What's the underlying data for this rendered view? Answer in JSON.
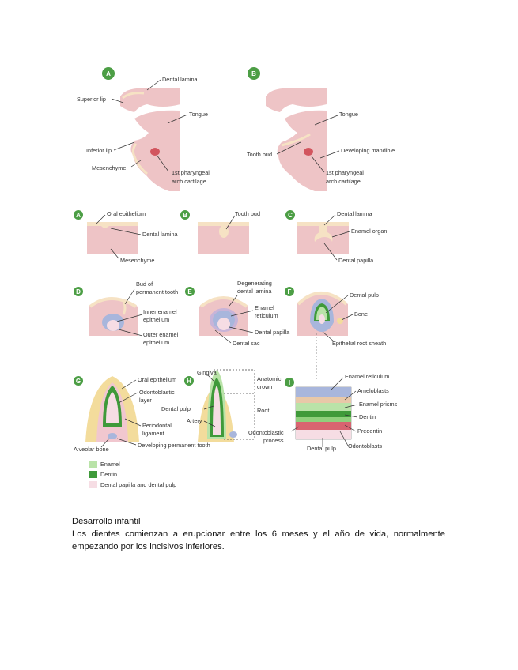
{
  "figure": {
    "top_panel_a": {
      "badge": "A",
      "labels": {
        "dental_lamina": "Dental lamina",
        "superior_lip": "Superior lip",
        "tongue": "Tongue",
        "inferior_lip": "Inferior lip",
        "mesenchyme": "Mesenchyme",
        "cartilage_line1": "1st pharyngeal",
        "cartilage_line2": "arch cartilage"
      }
    },
    "top_panel_b": {
      "badge": "B",
      "labels": {
        "tongue": "Tongue",
        "tooth_bud": "Tooth bud",
        "developing_mandible": "Developing mandible",
        "cartilage_line1": "1st pharyngeal",
        "cartilage_line2": "arch cartilage"
      }
    },
    "stages": {
      "a": {
        "badge": "A",
        "oral_epithelium": "Oral epithelium",
        "dental_lamina": "Dental lamina",
        "mesenchyme": "Mesenchyme"
      },
      "b": {
        "badge": "B",
        "tooth_bud": "Tooth bud"
      },
      "c": {
        "badge": "C",
        "dental_lamina": "Dental lamina",
        "enamel_organ": "Enamel organ",
        "dental_papilla": "Dental papilla"
      },
      "d": {
        "badge": "D",
        "bud_line1": "Bud of",
        "bud_line2": "permanent tooth",
        "inner_line1": "Inner enamel",
        "inner_line2": "epithelium",
        "outer_line1": "Outer enamel",
        "outer_line2": "epithelium"
      },
      "e": {
        "badge": "E",
        "degen_line1": "Degenerating",
        "degen_line2": "dental lamina",
        "enamel_line1": "Enamel",
        "enamel_line2": "reticulum",
        "dental_papilla": "Dental papilla",
        "dental_sac": "Dental sac"
      },
      "f": {
        "badge": "F",
        "dental_pulp": "Dental pulp",
        "bone": "Bone",
        "root_sheath": "Epithelial root sheath"
      },
      "g": {
        "badge": "G",
        "oral_epithelium": "Oral epithelium",
        "odonto_line1": "Odontoblastic",
        "odonto_line2": "layer",
        "perio_line1": "Periodontal",
        "perio_line2": "ligament",
        "alveolar_bone": "Alveolar bone",
        "developing_permanent": "Developing permanent tooth"
      },
      "h": {
        "badge": "H",
        "gingiva": "Gingiva",
        "anatomic_line1": "Anatomic",
        "anatomic_line2": "crown",
        "dental_pulp": "Dental pulp",
        "root": "Root",
        "artery": "Artery"
      },
      "i": {
        "badge": "I",
        "enamel_reticulum": "Enamel reticulum",
        "ameloblasts": "Ameloblasts",
        "enamel_prisms": "Enamel prisms",
        "dentin": "Dentin",
        "predentin": "Predentin",
        "odonto_line1": "Odontoblastic",
        "odonto_line2": "process",
        "dental_pulp": "Dental pulp",
        "odontoblasts": "Odontoblasts"
      }
    },
    "legend": [
      {
        "label": "Enamel",
        "color": "#b9e3a8"
      },
      {
        "label": "Dentin",
        "color": "#3f9a3a"
      },
      {
        "label": "Dental papilla and dental pulp",
        "color": "#f6dde4"
      }
    ],
    "colors": {
      "badge": "#4c9e45",
      "tissue_pink": "#eec4c6",
      "tissue_dark": "#e2a8ac",
      "epithelium": "#f6e2c4",
      "cartilage": "#d2555e",
      "blue_organ": "#a8b6dc",
      "bone_yellow": "#f3dc9c"
    }
  },
  "text": {
    "heading": "Desarrollo infantil",
    "paragraph": "Los dientes comienzan a erupcionar entre los 6 meses y el año de vida, normalmente empezando por los incisivos inferiores."
  }
}
